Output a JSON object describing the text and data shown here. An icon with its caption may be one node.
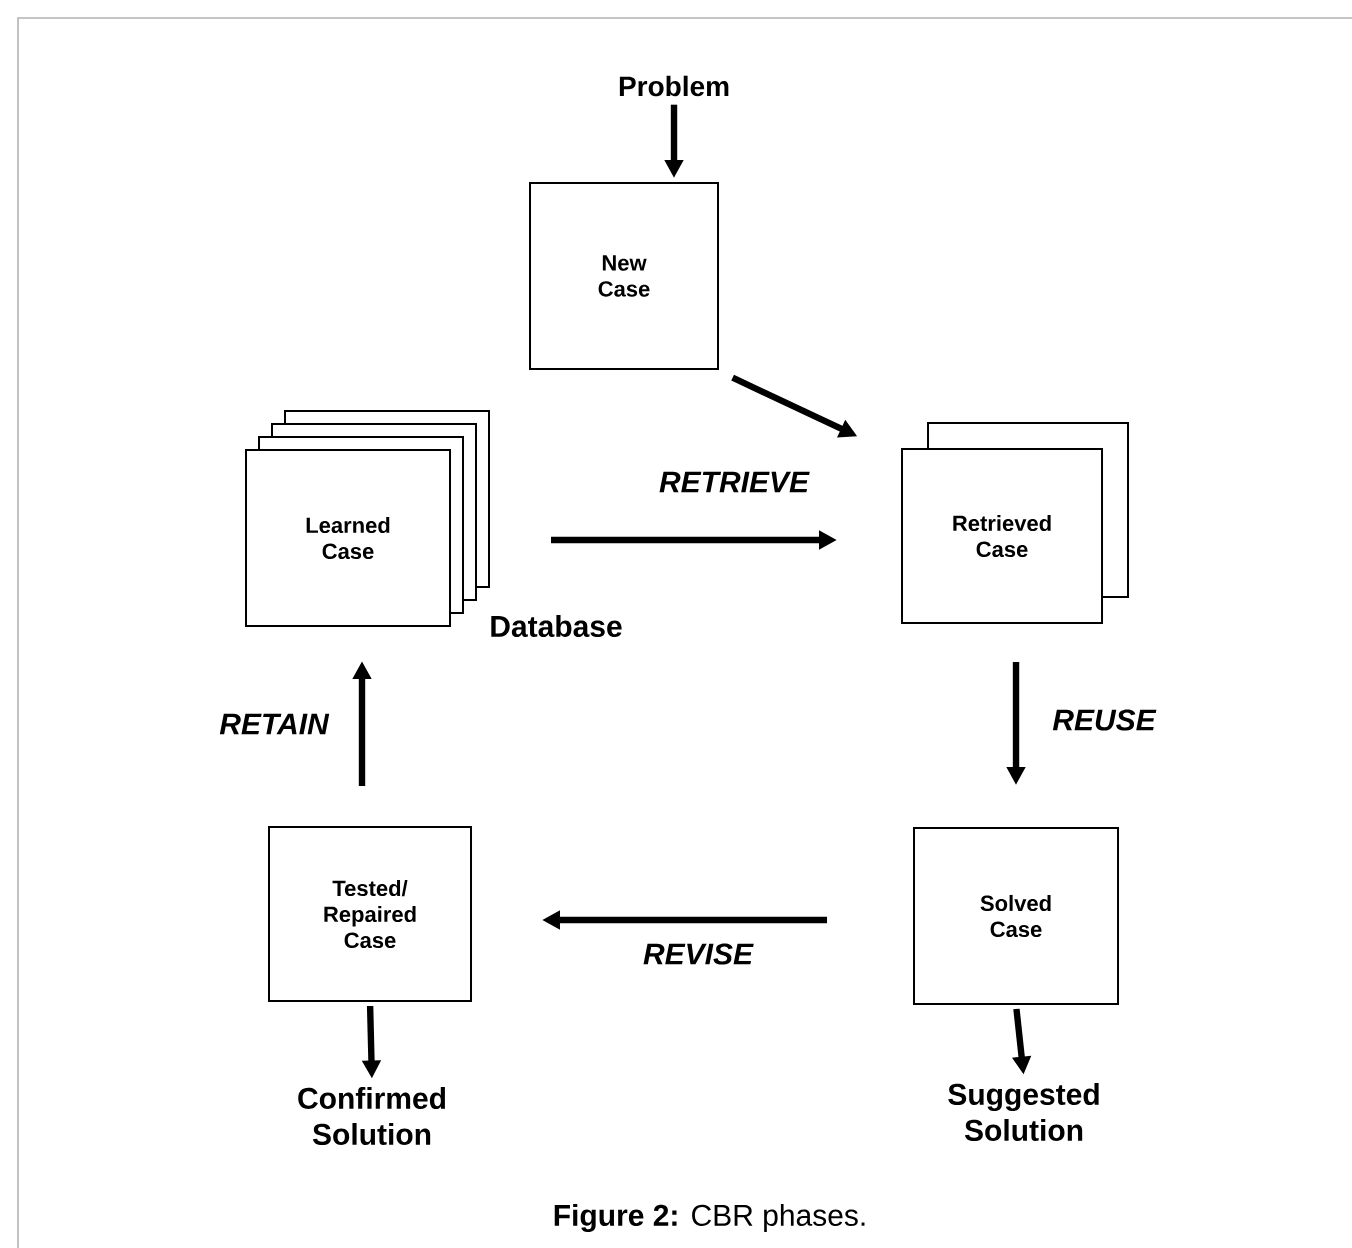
{
  "diagram": {
    "caption": "**Figure 2:** CBR phases.",
    "nodes": [
      {
        "text": [
          "Problem"
        ]
      },
      {
        "text": [
          "New Case"
        ]
      },
      {
        "text": [
          "Learned Case"
        ],
        "beside": [
          "Database"
        ]
      },
      {
        "text": [
          "Retrieved Case"
        ]
      },
      {
        "text": [
          "Solved Case"
        ]
      },
      {
        "text": [
          "Tested/ Repaired Case"
        ]
      },
      {
        "text": [
          "Confirmed Solution"
        ]
      },
      {
        "text": [
          "Suggested Solution"
        ]
      }
    ],
    "edges": [
      {
        "from": 0,
        "to": 1,
        "arrow": "to"
      },
      {
        "from": 1,
        "to": 3,
        "arrow": "to"
      },
      {
        "from": 2,
        "to": 3,
        "arrow": "to",
        "label": "RETRIEVE"
      },
      {
        "from": 3,
        "to": 4,
        "arrow": "to",
        "label": "REUSE"
      },
      {
        "from": 4,
        "to": 5,
        "arrow": "to",
        "label": "REVISE"
      },
      {
        "from": 5,
        "to": 2,
        "arrow": "to",
        "label": "RETAIN"
      },
      {
        "from": 5,
        "to": 6,
        "arrow": "to"
      },
      {
        "from": 4,
        "to": 7,
        "arrow": "to"
      }
    ]
  }
}
